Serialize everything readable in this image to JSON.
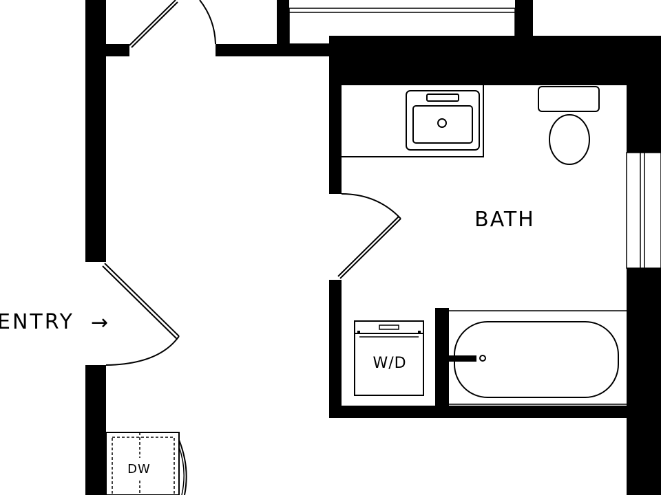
{
  "plan": {
    "rooms": {
      "bath": "BATH"
    },
    "entry": {
      "label": "ENTRY",
      "arrow": "→"
    },
    "appliances": {
      "washer_dryer": "W/D",
      "dishwasher": "DW"
    },
    "colors": {
      "wall": "#000000",
      "background": "#ffffff"
    }
  }
}
